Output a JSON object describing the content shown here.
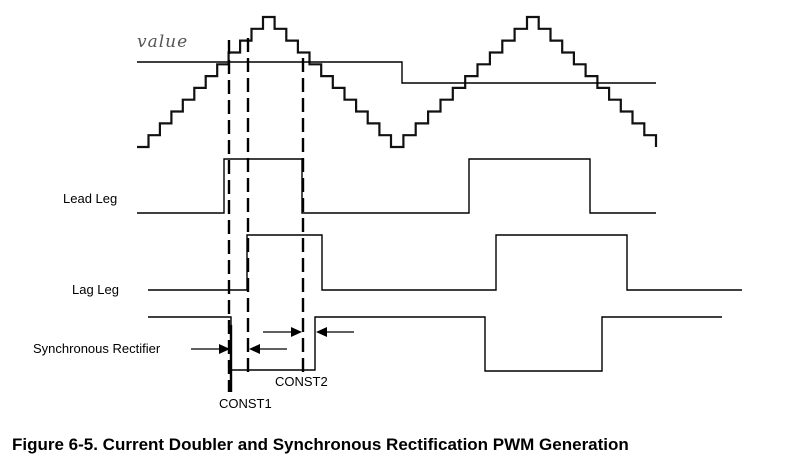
{
  "labels": {
    "value": "value",
    "lead_leg": "Lead Leg",
    "lag_leg": "Lag Leg",
    "sync_rect": "Synchronous Rectifier",
    "const1": "CONST1",
    "const2": "CONST2"
  },
  "caption": "Figure 6-5.   Current Doubler and Synchronous Rectification PWM Generation"
}
